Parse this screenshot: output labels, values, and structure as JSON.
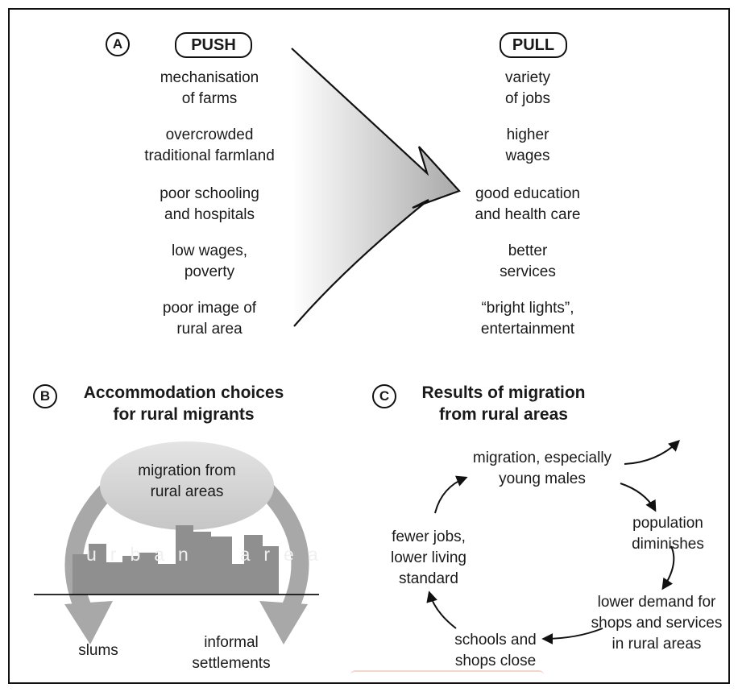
{
  "section_a": {
    "label": "A",
    "push_label": "PUSH",
    "pull_label": "PULL",
    "push_items": [
      "mechanisation\nof farms",
      "overcrowded\ntraditional farmland",
      "poor schooling\nand hospitals",
      "low wages,\npoverty",
      "poor image of\nrural area"
    ],
    "pull_items": [
      "variety\nof jobs",
      "higher\nwages",
      "good education\nand health care",
      "better\nservices",
      "“bright lights”,\nentertainment"
    ]
  },
  "section_b": {
    "label": "B",
    "title": "Accommodation choices\nfor rural migrants",
    "source_label": "migration from\nrural areas",
    "urban_label": "urban  area",
    "left_dest": "slums",
    "right_dest": "informal\nsettlements"
  },
  "section_c": {
    "label": "C",
    "title": "Results of migration\nfrom rural areas",
    "cycle": [
      "migration, especially\nyoung males",
      "population\ndiminishes",
      "lower demand for\nshops and services\nin rural areas",
      "schools and\nshops close",
      "fewer jobs,\nlower living\nstandard"
    ]
  },
  "colors": {
    "line": "#111111",
    "arrow_gray": "#a8a8a8",
    "city_gray": "#8f8f8f",
    "blob_gray": "#d2d2d2"
  }
}
